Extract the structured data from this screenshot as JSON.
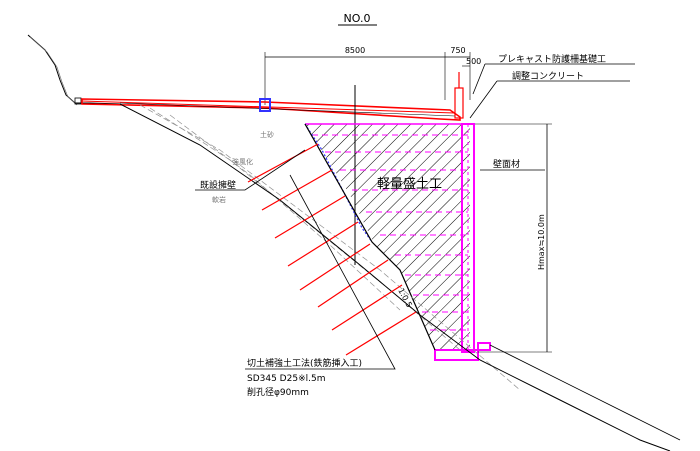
{
  "title": "NO.0",
  "dimensions": {
    "top_width": "8500",
    "right_width": "750",
    "right_small": "500",
    "height": "Hmax≒10.0m",
    "slope": "1:0.5"
  },
  "labels": {
    "precast_fence": "プレキャスト防護柵基礎工",
    "adjust_concrete": "調整コンクリート",
    "wall_material": "壁面材",
    "existing_wall": "既設擁壁",
    "lightweight_fill": "軽量盛土工",
    "soil_sand": "土砂",
    "weathered": "強風化",
    "soft_rock": "軟岩"
  },
  "reinforcement": {
    "method": "切土補強土工法(鉄筋挿入工)",
    "spec": "SD345 D25※l.5m",
    "hole": "削孔径φ90mm"
  },
  "colors": {
    "red": "#ff0000",
    "magenta": "#ff00ff",
    "blue": "#3333ff",
    "black": "#000000",
    "grey": "#808080"
  }
}
